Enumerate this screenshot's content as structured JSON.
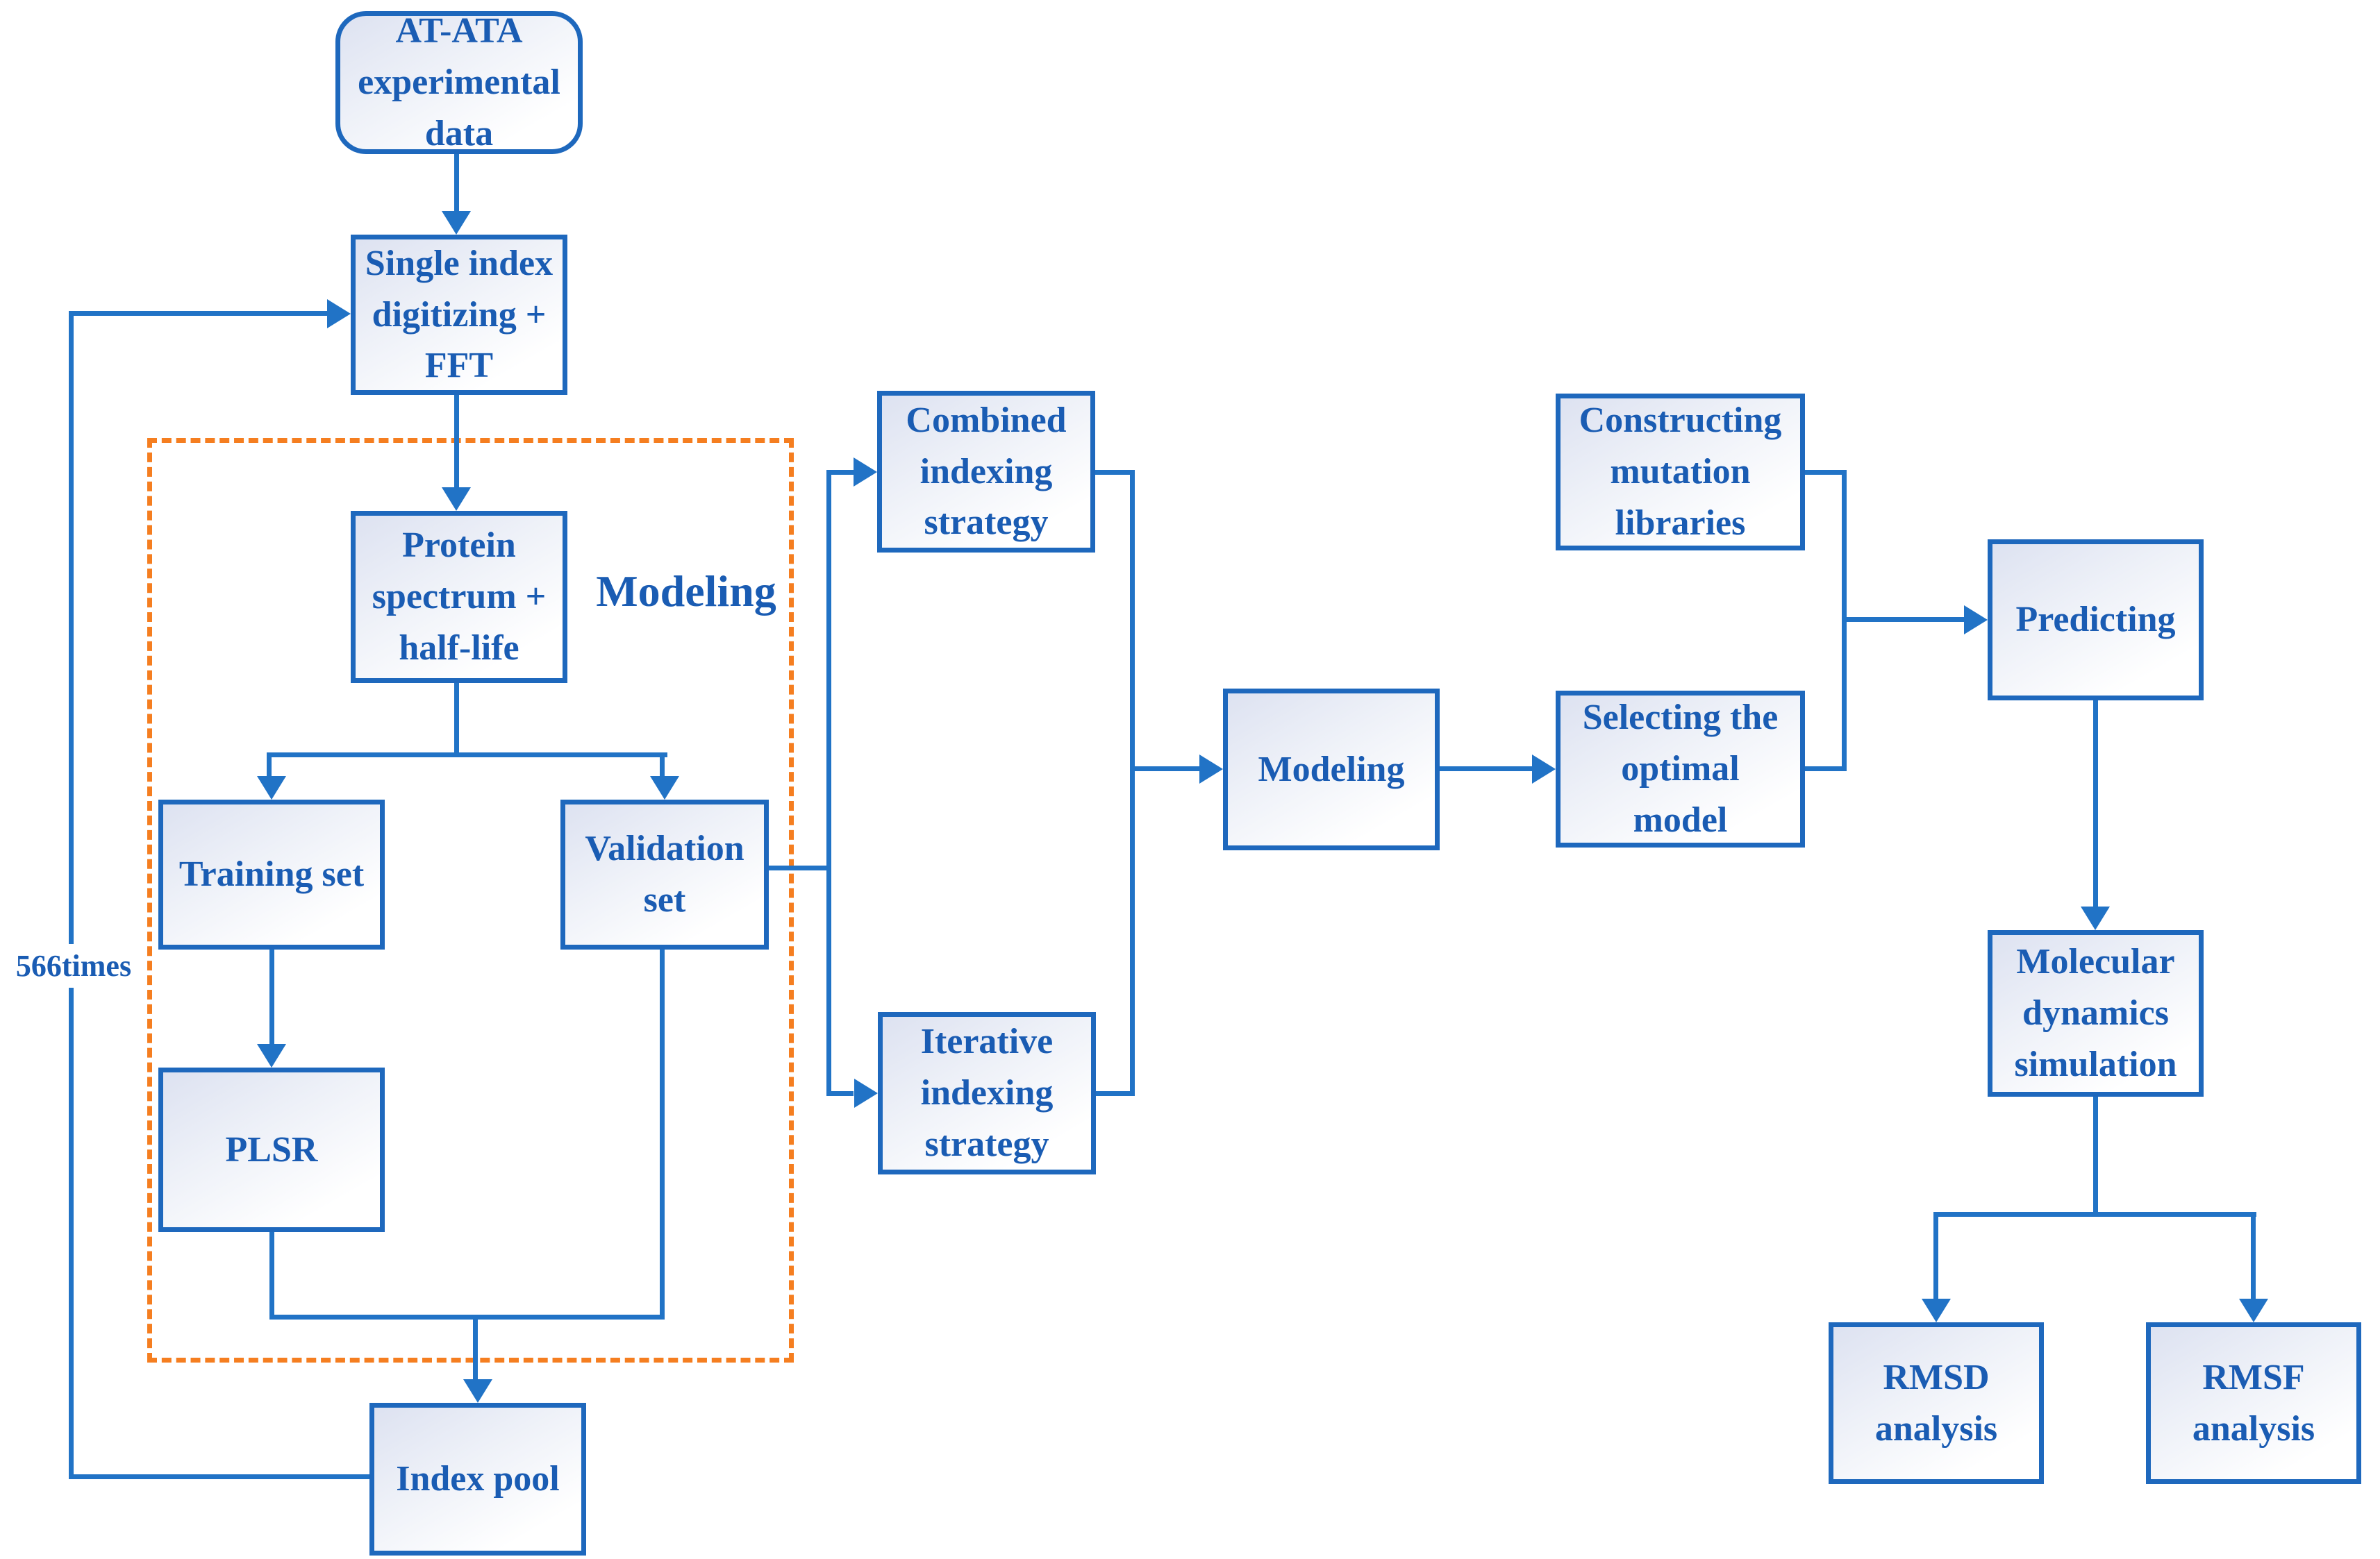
{
  "figure": {
    "type": "flowchart",
    "nodes": {
      "atata": {
        "label": "AT-ATA\nexperimental\ndata",
        "shape": "rounded-rect"
      },
      "single_index": {
        "label": "Single index\ndigitizing +\nFFT",
        "shape": "rect"
      },
      "protein_spectrum": {
        "label": "Protein\nspectrum +\nhalf-life",
        "shape": "rect"
      },
      "training_set": {
        "label": "Training set",
        "shape": "rect"
      },
      "validation_set": {
        "label": "Validation\nset",
        "shape": "rect"
      },
      "plsr": {
        "label": "PLSR",
        "shape": "rect"
      },
      "index_pool": {
        "label": "Index pool",
        "shape": "rect"
      },
      "combined_indexing": {
        "label": "Combined\nindexing\nstrategy",
        "shape": "rect"
      },
      "iterative_indexing": {
        "label": "Iterative\nindexing\nstrategy",
        "shape": "rect"
      },
      "modeling": {
        "label": "Modeling",
        "shape": "rect"
      },
      "constructing_libraries": {
        "label": "Constructing\nmutation\nlibraries",
        "shape": "rect"
      },
      "selecting_model": {
        "label": "Selecting the\noptimal\nmodel",
        "shape": "rect"
      },
      "predicting": {
        "label": "Predicting",
        "shape": "rect"
      },
      "md_simulation": {
        "label": "Molecular\ndynamics\nsimulation",
        "shape": "rect"
      },
      "rmsd_analysis": {
        "label": "RMSD\nanalysis",
        "shape": "rect"
      },
      "rmsf_analysis": {
        "label": "RMSF\nanalysis",
        "shape": "rect"
      }
    },
    "annotations": {
      "region_label": "Modeling",
      "loop_label": "566times"
    },
    "colors": {
      "node_border": "#1e68bd",
      "node_text": "#1a5cb3",
      "connector": "#2173c6",
      "region_border": "#f57e20"
    }
  }
}
